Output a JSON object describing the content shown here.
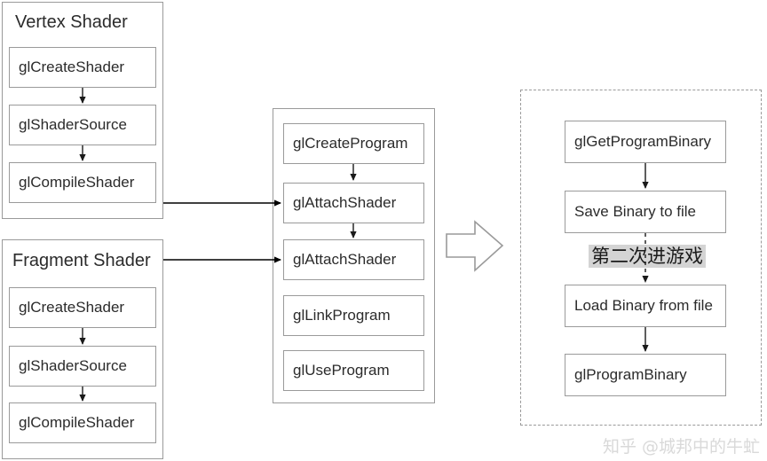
{
  "diagram": {
    "title_vertex": "Vertex Shader",
    "title_fragment": "Fragment Shader",
    "vertex_steps": [
      {
        "label": "glCreateShader"
      },
      {
        "label": "glShaderSource"
      },
      {
        "label": "glCompileShader"
      }
    ],
    "fragment_steps": [
      {
        "label": "glCreateShader"
      },
      {
        "label": "glShaderSource"
      },
      {
        "label": "glCompileShader"
      }
    ],
    "program_steps": [
      {
        "label": "glCreateProgram"
      },
      {
        "label": "glAttachShader"
      },
      {
        "label": "glAttachShader"
      },
      {
        "label": "glLinkProgram"
      },
      {
        "label": "glUseProgram"
      }
    ],
    "binary_steps": [
      {
        "label": "glGetProgramBinary"
      },
      {
        "label": "Save Binary to file"
      },
      {
        "label": "Load Binary from file"
      },
      {
        "label": "glProgramBinary"
      }
    ],
    "second_run_label": "第二次进游戏",
    "watermark": "知乎 @城邦中的牛虻",
    "colors": {
      "border": "#9a9a9a",
      "text": "#2b2b2b",
      "highlight": "#d4d4d4",
      "arrow_dark": "#000000",
      "arrow_light": "#9a9a9a",
      "watermark": "#d9d9d9",
      "background": "#ffffff"
    }
  }
}
